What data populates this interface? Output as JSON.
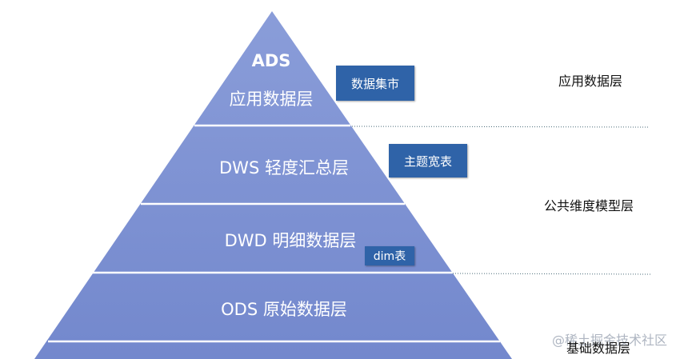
{
  "pyramid": {
    "layers": [
      {
        "abbr": "ADS",
        "name": "应用数据层"
      },
      {
        "label": "DWS 轻度汇总层"
      },
      {
        "label": "DWD 明细数据层"
      },
      {
        "label": "ODS 原始数据层"
      }
    ],
    "fill_color": "#7b90d3",
    "separator_color": "#ffffff"
  },
  "tags": {
    "data_mart": "数据集市",
    "wide_table": "主题宽表",
    "dim_table": "dim表",
    "color": "#2f63a8"
  },
  "right_labels": {
    "application": "应用数据层",
    "common_model": "公共维度模型层",
    "base": "基础数据层"
  },
  "watermark": "@稀土掘金技术社区"
}
